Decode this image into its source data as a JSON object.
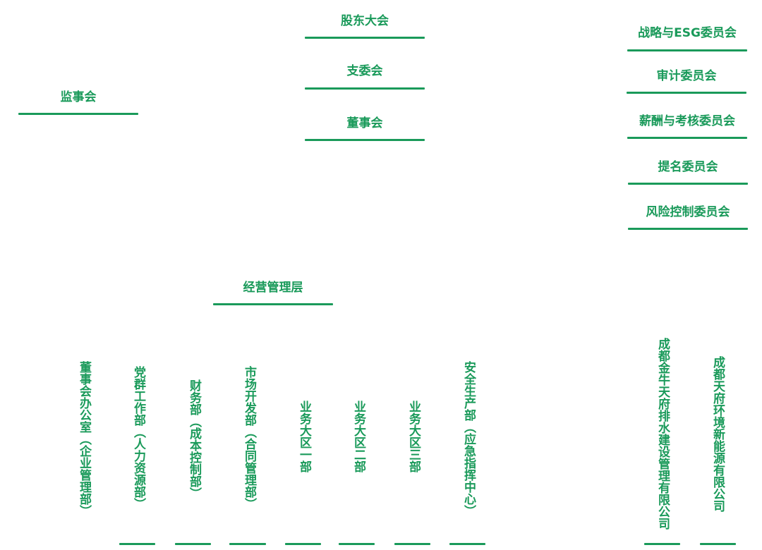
{
  "top_center": {
    "shareholders": "股东大会",
    "party_committee": "支委会",
    "board": "董事会"
  },
  "left": {
    "supervisors": "监事会"
  },
  "committees": [
    "战略与ESG委员会",
    "审计委员会",
    "薪酬与考核委员会",
    "提名委员会",
    "风险控制委员会"
  ],
  "management": "经营管理层",
  "departments": [
    "董事会办公室（企业管理部）",
    "党群工作部（人力资源部）",
    "财务部（成本控制部）",
    "市场开发部（合同管理部）",
    "业务大区一部",
    "业务大区二部",
    "业务大区三部",
    "安全生产部（应急指挥中心）"
  ],
  "subsidiaries": [
    "成都金牛天府排水建设管理有限公司",
    "成都天府环境新能源有限公司"
  ],
  "colors": {
    "accent": "#1a9a5a",
    "background": "#ffffff"
  }
}
